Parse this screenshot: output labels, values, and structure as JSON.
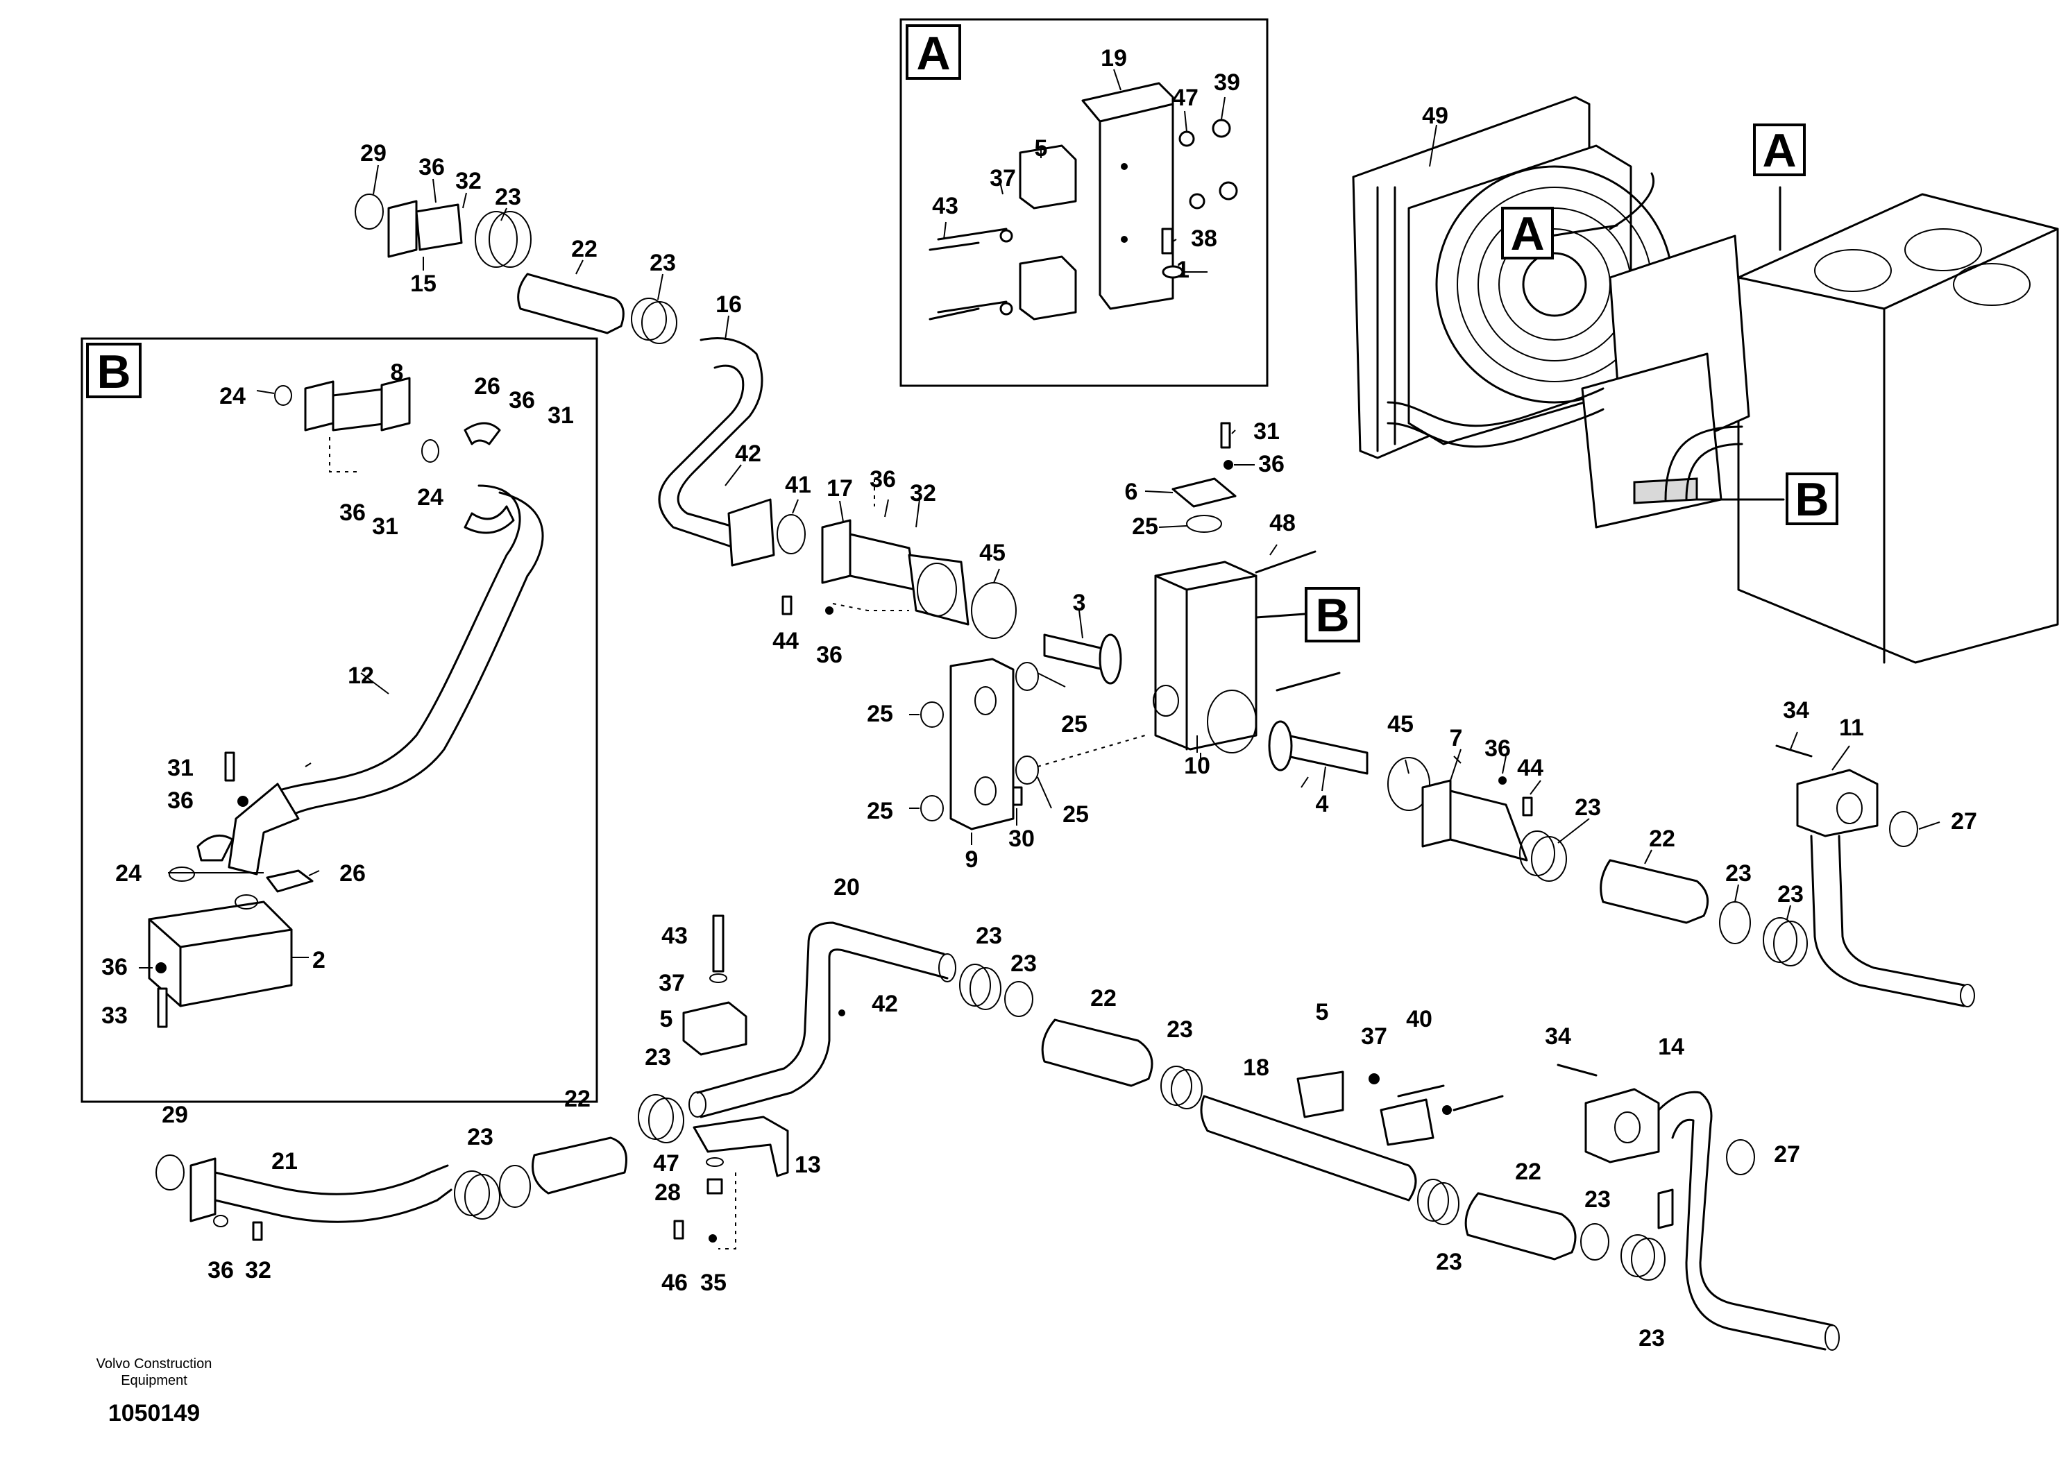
{
  "callouts": [
    "A",
    "B"
  ],
  "labels": {
    "p1": "1",
    "p2": "2",
    "p3": "3",
    "p4": "4",
    "p5": "5",
    "p6": "6",
    "p7": "7",
    "p8": "8",
    "p9": "9",
    "p10": "10",
    "p11": "11",
    "p12": "12",
    "p13": "13",
    "p14": "14",
    "p15": "15",
    "p16": "16",
    "p17": "17",
    "p18": "18",
    "p19": "19",
    "p20": "20",
    "p21": "21",
    "p22": "22",
    "p23": "23",
    "p24": "24",
    "p25": "25",
    "p26": "26",
    "p27": "27",
    "p28": "28",
    "p29": "29",
    "p30": "30",
    "p31": "31",
    "p32": "32",
    "p33": "33",
    "p34": "34",
    "p35": "35",
    "p36": "36",
    "p37": "37",
    "p38": "38",
    "p39": "39",
    "p40": "40",
    "p41": "41",
    "p42": "42",
    "p43": "43",
    "p44": "44",
    "p45": "45",
    "p46": "46",
    "p47": "47",
    "p48": "48",
    "p49": "49"
  },
  "footer": {
    "brand_line1": "Volvo Construction",
    "brand_line2": "Equipment",
    "drawing_number": "1050149"
  }
}
